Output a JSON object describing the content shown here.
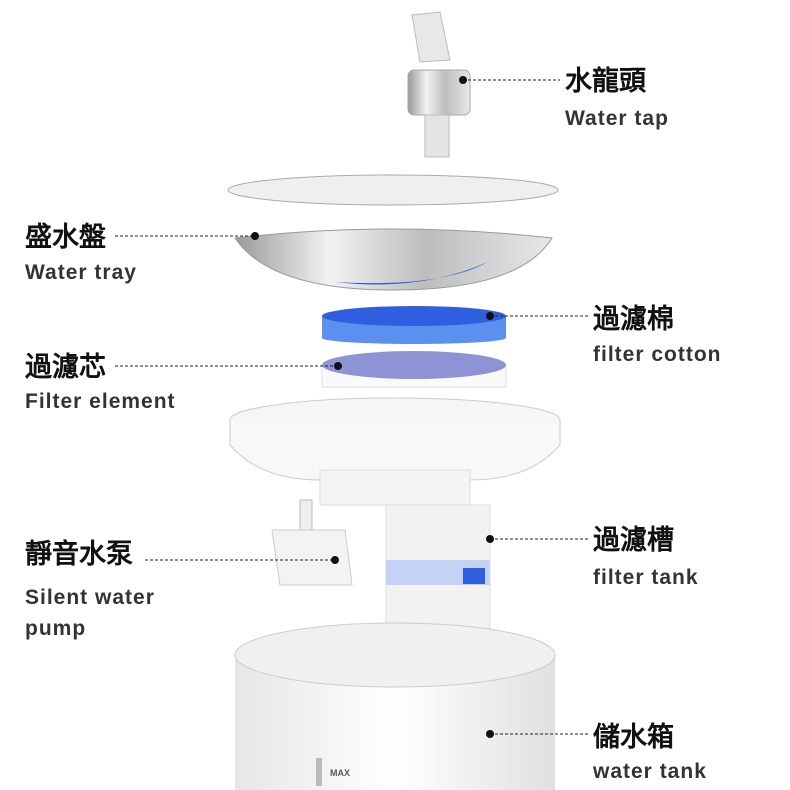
{
  "labels": {
    "water_tap": {
      "zh": "水龍頭",
      "en": "Water tap"
    },
    "water_tray": {
      "zh": "盛水盤",
      "en": "Water tray"
    },
    "filter_cotton": {
      "zh": "過濾棉",
      "en": "filter cotton"
    },
    "filter_element": {
      "zh": "過濾芯",
      "en": "Filter element"
    },
    "silent_pump": {
      "zh": "靜音水泵",
      "en_line1": "Silent water",
      "en_line2": "pump"
    },
    "filter_tank": {
      "zh": "過濾槽",
      "en": "filter tank"
    },
    "water_tank": {
      "zh": "儲水箱",
      "en": "water tank"
    }
  },
  "tank_marking": "MAX",
  "colors": {
    "blue": "#3b6fe6",
    "text": "#111111",
    "leader": "#222222"
  }
}
